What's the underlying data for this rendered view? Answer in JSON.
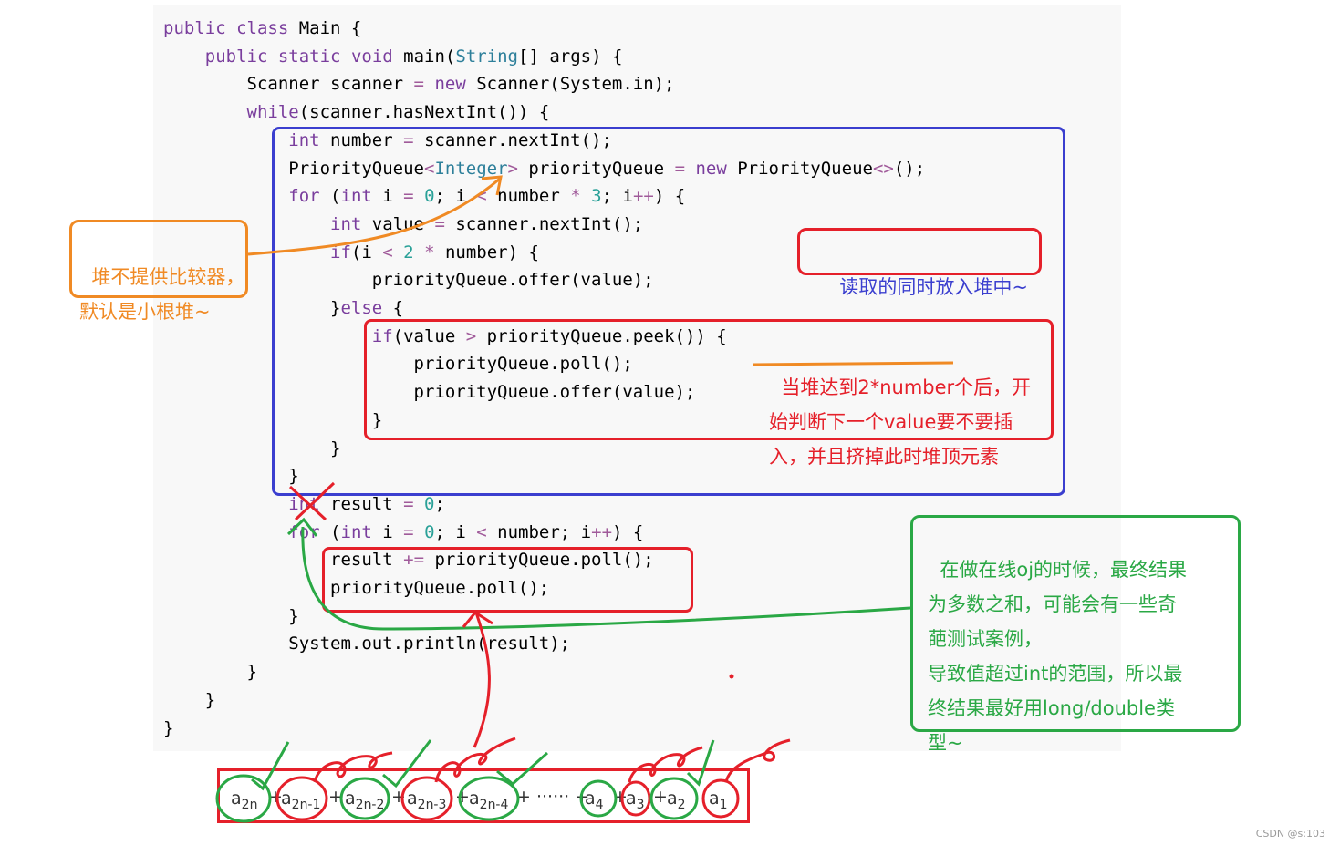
{
  "code": {
    "lines": [
      "public class Main {",
      "    public static void main(String[] args) {",
      "        Scanner scanner = new Scanner(System.in);",
      "        while(scanner.hasNextInt()) {",
      "            int number = scanner.nextInt();",
      "            PriorityQueue<Integer> priorityQueue = new PriorityQueue<>();",
      "            for (int i = 0; i < number * 3; i++) {",
      "                int value = scanner.nextInt();",
      "                if(i < 2 * number) {",
      "                    priorityQueue.offer(value);",
      "                }else {",
      "                    if(value > priorityQueue.peek()) {",
      "                        priorityQueue.poll();",
      "                        priorityQueue.offer(value);",
      "                    }",
      "                }",
      "            }",
      "            int result = 0;",
      "            for (int i = 0; i < number; i++) {",
      "                result += priorityQueue.poll();",
      "                priorityQueue.poll();",
      "            }",
      "            System.out.println(result);",
      "        }",
      "    }",
      "}"
    ]
  },
  "annotations": {
    "orange_note": "堆不提供比较器，\n默认是小根堆~",
    "blue_note": "读取的同时放入堆中~",
    "red_note": "当堆达到2*number个后，开\n始判断下一个value要不要插\n入，并且挤掉此时堆顶元素",
    "green_note": "在做在线oj的时候，最终结果\n为多数之和，可能会有一些奇\n葩测试案例，\n导致值超过int的范围，所以最\n终结果最好用long/double类\n型~"
  },
  "formula": {
    "terms": [
      {
        "base": "a",
        "sub": "2n"
      },
      {
        "base": "a",
        "sub": "2n-1"
      },
      {
        "base": "a",
        "sub": "2n-2"
      },
      {
        "base": "a",
        "sub": "2n-3"
      },
      {
        "base": "a",
        "sub": "2n-4"
      },
      {
        "base": "a",
        "sub": "4"
      },
      {
        "base": "a",
        "sub": "3"
      },
      {
        "base": "a",
        "sub": "2"
      },
      {
        "base": "a",
        "sub": "1"
      }
    ],
    "plus": "+",
    "ellipsis": "+ ······ +"
  },
  "colors": {
    "orange": "#f08a24",
    "blue": "#3b3fcf",
    "red": "#e5202a",
    "green": "#2aa845"
  },
  "watermark": "CSDN @s:103"
}
